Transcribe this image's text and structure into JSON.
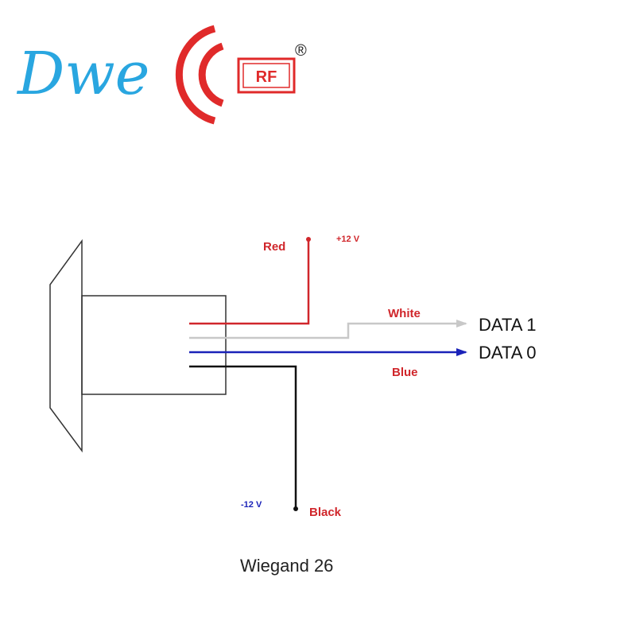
{
  "logo": {
    "word": "Dwe",
    "badge": "RF",
    "registered": "®",
    "colors": {
      "word": "#29a6e0",
      "arcs": "#e02a2a"
    }
  },
  "diagram": {
    "wires": {
      "red": {
        "label": "Red",
        "voltage": "+12 V",
        "color": "#d0262b"
      },
      "white": {
        "label": "White",
        "signal": "DATA 1",
        "color": "#c8c8c8"
      },
      "blue": {
        "label": "Blue",
        "signal": "DATA 0",
        "color": "#1a22b8"
      },
      "black": {
        "label": "Black",
        "voltage": "-12 V",
        "color": "#111111"
      }
    },
    "caption": "Wiegand 26"
  }
}
